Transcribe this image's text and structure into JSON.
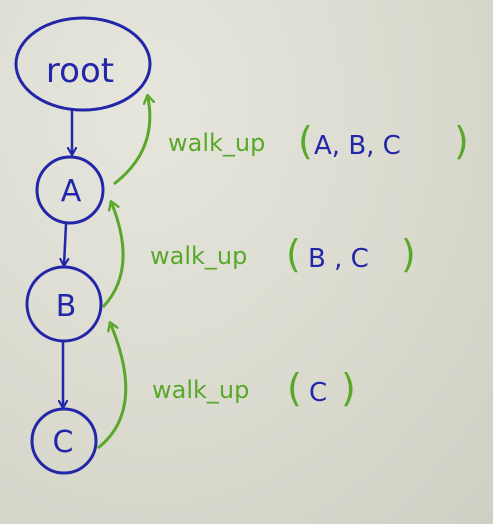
{
  "nodes": {
    "root": "root",
    "a": "A",
    "b": "B",
    "c": "C"
  },
  "calls": [
    {
      "label": "walk_up",
      "open": "(",
      "args": "A, B, C",
      "close": ")"
    },
    {
      "label": "walk_up",
      "open": "(",
      "args": "B , C",
      "close": ")"
    },
    {
      "label": "walk_up",
      "open": "(",
      "args": "C",
      "close": ")"
    }
  ],
  "colors": {
    "tree_ink": "#2326a8",
    "call_ink": "#5aa82a",
    "paper": "#dcdcd2"
  }
}
